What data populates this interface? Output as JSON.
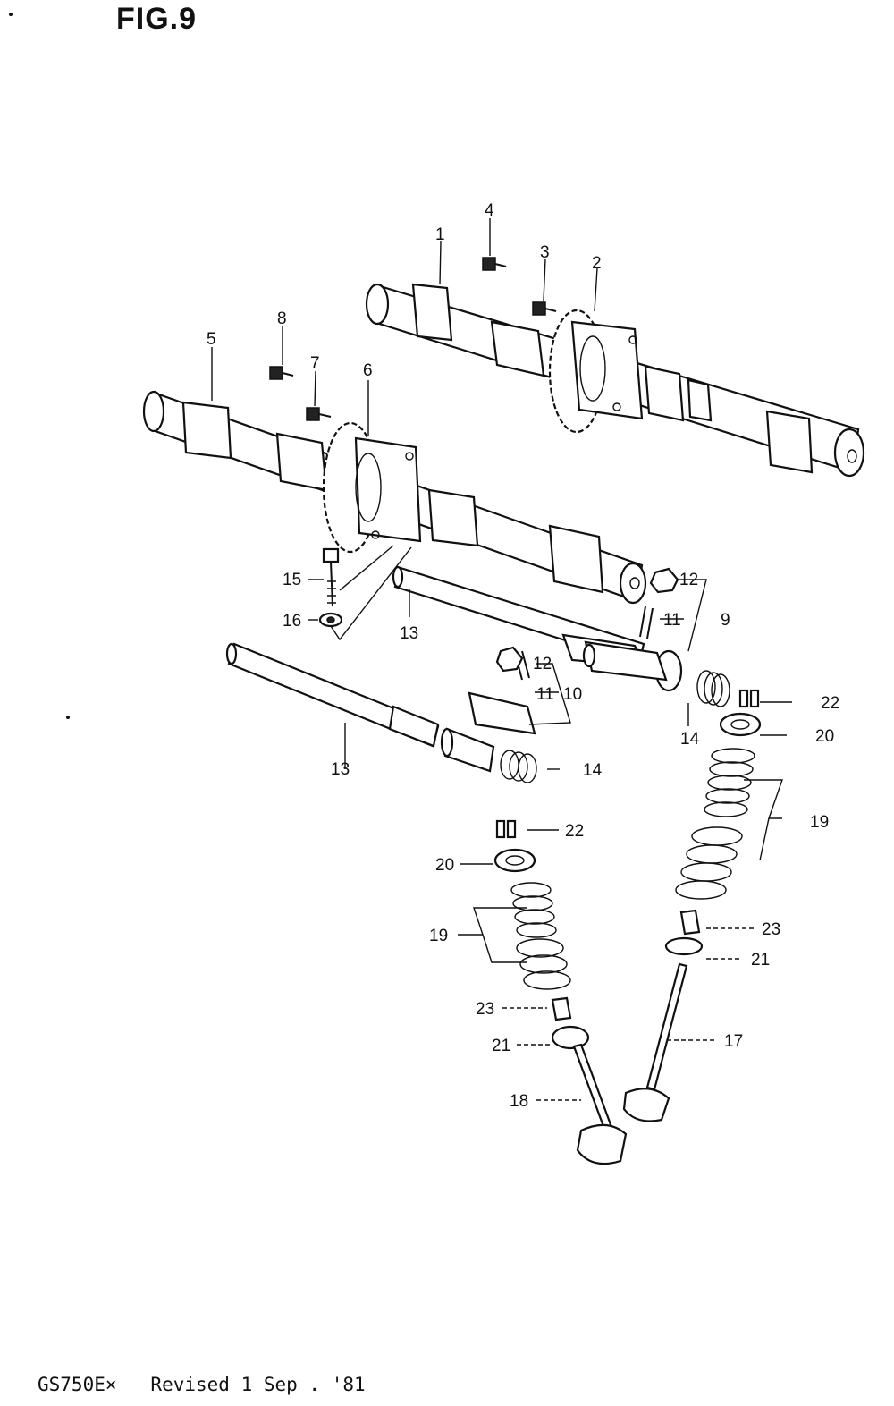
{
  "figure": {
    "title": "FIG.9",
    "footer": "GS750E×   Revised 1 Sep . '81"
  },
  "callouts": [
    {
      "id": "c1",
      "text": "1"
    },
    {
      "id": "c2",
      "text": "2"
    },
    {
      "id": "c3",
      "text": "3"
    },
    {
      "id": "c4",
      "text": "4"
    },
    {
      "id": "c5",
      "text": "5"
    },
    {
      "id": "c6",
      "text": "6"
    },
    {
      "id": "c7",
      "text": "7"
    },
    {
      "id": "c8",
      "text": "8"
    },
    {
      "id": "c9",
      "text": "9"
    },
    {
      "id": "c10",
      "text": "10"
    },
    {
      "id": "c11a",
      "text": "11"
    },
    {
      "id": "c11b",
      "text": "11"
    },
    {
      "id": "c12a",
      "text": "12"
    },
    {
      "id": "c12b",
      "text": "12"
    },
    {
      "id": "c13a",
      "text": "13"
    },
    {
      "id": "c13b",
      "text": "13"
    },
    {
      "id": "c14a",
      "text": "14"
    },
    {
      "id": "c14b",
      "text": "14"
    },
    {
      "id": "c15",
      "text": "15"
    },
    {
      "id": "c16",
      "text": "16"
    },
    {
      "id": "c17",
      "text": "17"
    },
    {
      "id": "c18",
      "text": "18"
    },
    {
      "id": "c19a",
      "text": "19"
    },
    {
      "id": "c19b",
      "text": "19"
    },
    {
      "id": "c20a",
      "text": "20"
    },
    {
      "id": "c20b",
      "text": "20"
    },
    {
      "id": "c21a",
      "text": "21"
    },
    {
      "id": "c21b",
      "text": "21"
    },
    {
      "id": "c22a",
      "text": "22"
    },
    {
      "id": "c22b",
      "text": "22"
    },
    {
      "id": "c23a",
      "text": "23"
    },
    {
      "id": "c23b",
      "text": "23"
    }
  ]
}
